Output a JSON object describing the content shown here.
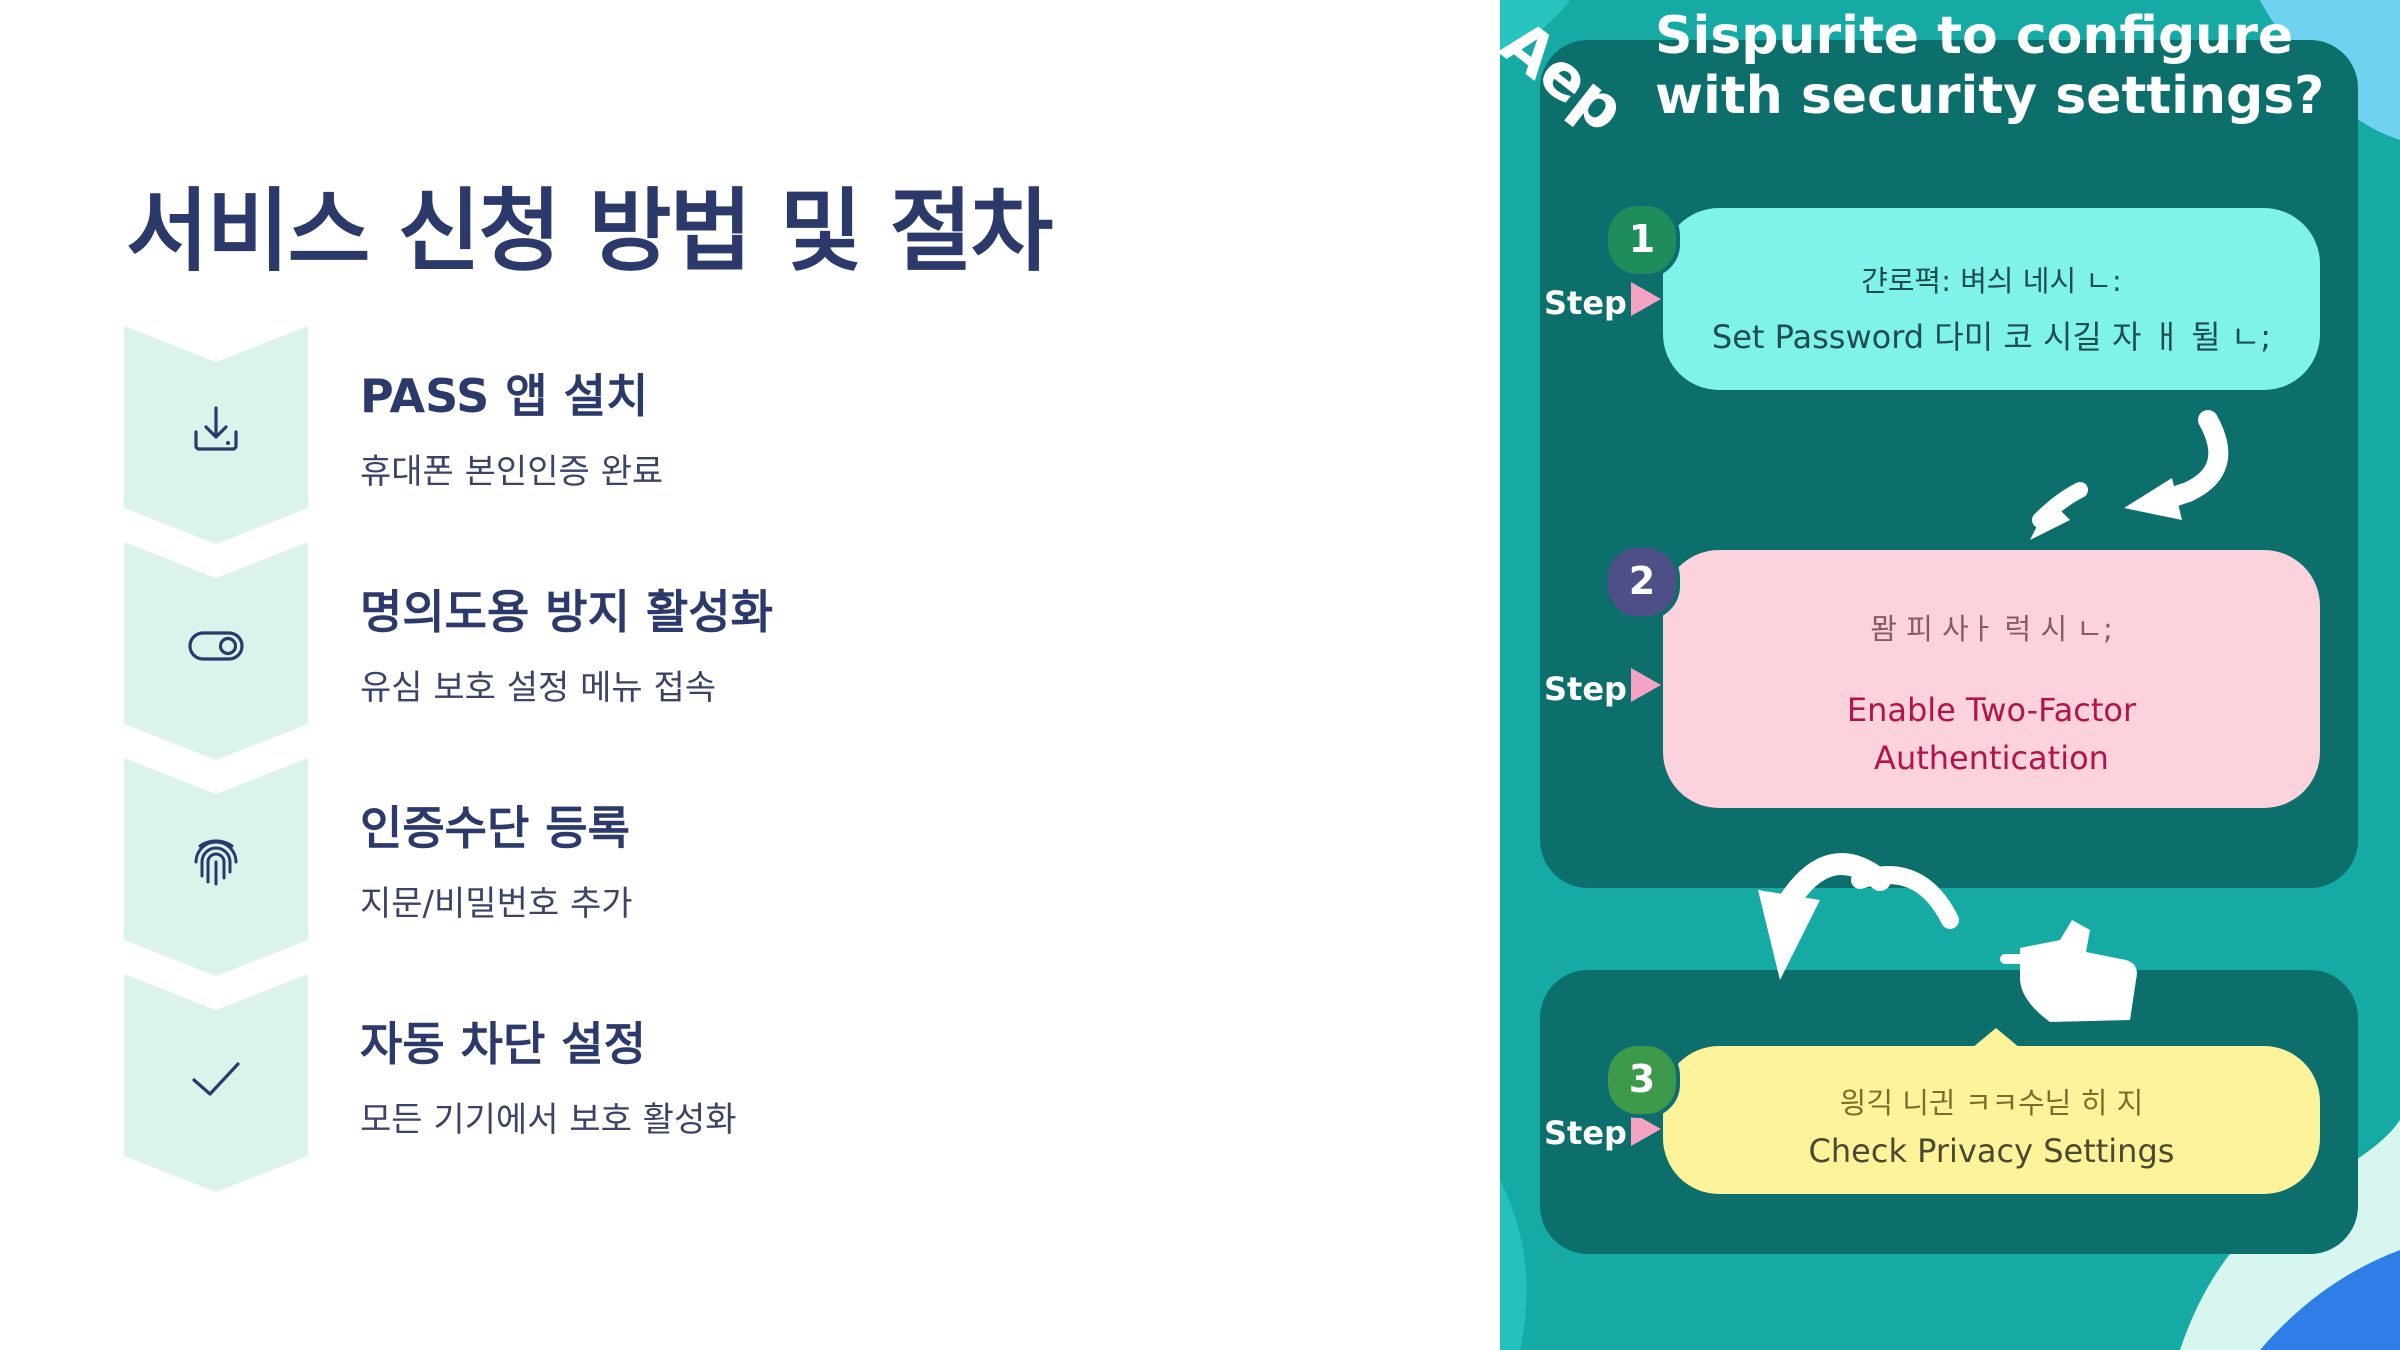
{
  "left": {
    "title": "서비스 신청 방법 및 절차",
    "steps": [
      {
        "title": "PASS 앱 설치",
        "subtitle": "휴대폰 본인인증 완료",
        "icon": "download-icon"
      },
      {
        "title": "명의도용 방지 활성화",
        "subtitle": "유심 보호 설정 메뉴 접속",
        "icon": "toggle-icon"
      },
      {
        "title": "인증수단 등록",
        "subtitle": "지문/비밀번호 추가",
        "icon": "fingerprint-icon"
      },
      {
        "title": "자동 차단 설정",
        "subtitle": "모든 기기에서 보호 활성화",
        "icon": "check-icon"
      }
    ],
    "colors": {
      "title": "#2c3a6b",
      "badge": "#dcf3ec",
      "icon": "#2c3a6b"
    }
  },
  "right": {
    "brand": "Aep",
    "headline": "Sispurite to configure with security settings?",
    "step_label": "Step",
    "cards": [
      {
        "number": "1",
        "line1": "갼로펵: 벼싀 네시 ㄴ:",
        "line2": "Set Password 다미 코 시길 자 ㅐ 뒬 ㄴ;",
        "color": "#7ff2ea",
        "text_color": "#1f4e52",
        "badge_color": "#1f8c5c"
      },
      {
        "number": "2",
        "line1": "뫔 피 사ㅏ 럭 시 ㄴ;",
        "line2": "Enable Two-Factor Authentication",
        "color": "#fcd3dc",
        "text_color": "#b1144a",
        "badge_color": "#4d4f86"
      },
      {
        "number": "3",
        "line1": "읭긱 니긘 ㅋㅋ수닏 히 지",
        "line2": "Check Privacy Settings",
        "color": "#fdf39b",
        "text_color": "#4a4a2e",
        "badge_color": "#3d9a4a"
      }
    ],
    "colors": {
      "background": "#16aaa5",
      "panel": "#0d6f6c"
    }
  }
}
